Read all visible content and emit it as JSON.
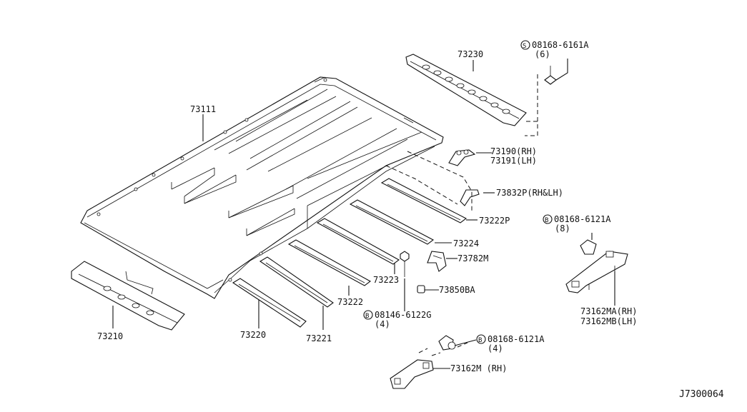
{
  "parts": {
    "roof_panel": "73111",
    "front_rail": "73230",
    "rear_rail": "73210",
    "bow_73220": "73220",
    "bow_73221": "73221",
    "bow_73222": "73222",
    "bow_73223": "73223",
    "bow_73224": "73224",
    "bow_73222p": "73222P",
    "bracket_rh": "73190(RH)",
    "bracket_lh": "73191(LH)",
    "clip_73832p": "73832P(RH&LH)",
    "grommet": "73782M",
    "nut": "73850BA",
    "bracket_73162ma": "73162MA(RH)",
    "bracket_73162mb": "73162MB(LH)",
    "bracket_73162m": "73162M (RH)"
  },
  "fasteners": {
    "f1": {
      "prefix": "S",
      "code": "08168-6161A",
      "qty": "(6)"
    },
    "f2": {
      "prefix": "B",
      "code": "08168-6121A",
      "qty": "(8)"
    },
    "f3": {
      "prefix": "B",
      "code": "08146-6122G",
      "qty": "(4)"
    },
    "f4": {
      "prefix": "B",
      "code": "08168-6121A",
      "qty": "(4)"
    }
  },
  "diagram_code": "J7300064"
}
